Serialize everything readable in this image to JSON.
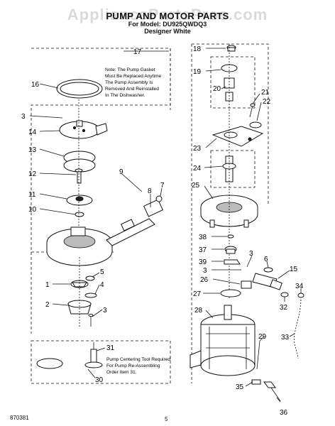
{
  "watermark": "AppliancePartsPros.com",
  "title": "PUMP AND MOTOR PARTS",
  "model_line": "For Model: DU925QWDQ3",
  "color_line": "Designer White",
  "doc_number": "870381",
  "page_number": "5",
  "notes": {
    "gasket": [
      "Note: The Pump Gasket",
      "Must Be Replaced Anytime",
      "The Pump Assembly Is",
      "Removed And Reinstalled",
      "In The Dishwasher."
    ],
    "tool": [
      "Pump Centering Tool Required",
      "For Pump Re-Assembling",
      "Order Item 31."
    ]
  },
  "callouts": {
    "c1": "1",
    "c2": "2",
    "c3a": "3",
    "c3b": "3",
    "c3c": "3",
    "c3d": "3",
    "c4": "4",
    "c5": "5",
    "c6": "6",
    "c7": "7",
    "c8": "8",
    "c9": "9",
    "c10": "10",
    "c11": "11",
    "c12": "12",
    "c13": "13",
    "c14": "14",
    "c15": "15",
    "c16": "16",
    "c17": "17",
    "c18": "18",
    "c19": "19",
    "c20": "20",
    "c21": "21",
    "c22": "22",
    "c23": "23",
    "c24": "24",
    "c25": "25",
    "c26": "26",
    "c27": "27",
    "c28": "28",
    "c29": "29",
    "c30": "30",
    "c31": "31",
    "c32": "32",
    "c33": "33",
    "c34": "34",
    "c35": "35",
    "c36": "36",
    "c37": "37",
    "c38": "38",
    "c39": "39"
  }
}
